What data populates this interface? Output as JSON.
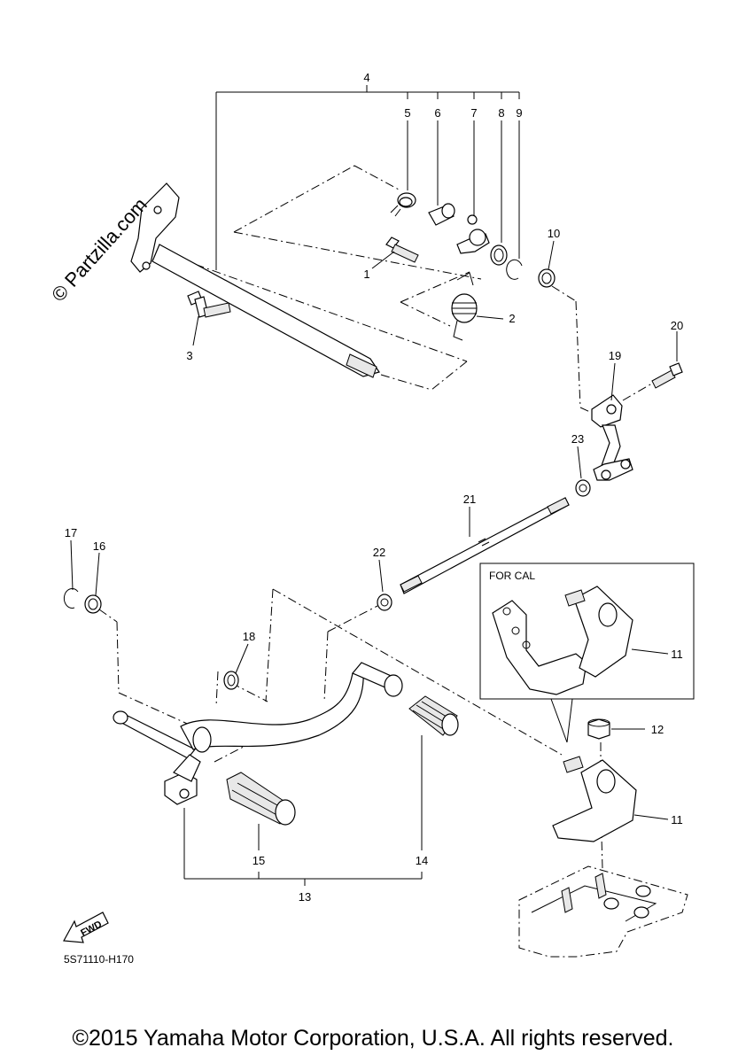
{
  "callouts": {
    "c1": "1",
    "c2": "2",
    "c3": "3",
    "c4": "4",
    "c5": "5",
    "c6": "6",
    "c7": "7",
    "c8": "8",
    "c9": "9",
    "c10": "10",
    "c11a": "11",
    "c11b": "11",
    "c12": "12",
    "c13": "13",
    "c14": "14",
    "c15": "15",
    "c16": "16",
    "c17": "17",
    "c18": "18",
    "c19": "19",
    "c20": "20",
    "c21": "21",
    "c22": "22",
    "c23": "23"
  },
  "inset_label": "FOR CAL",
  "fwd_label": "FWD",
  "diagram_code": "5S71110-H170",
  "watermark": "© Partzilla.com",
  "copyright": "©2015 Yamaha Motor Corporation, U.S.A. All rights reserved."
}
